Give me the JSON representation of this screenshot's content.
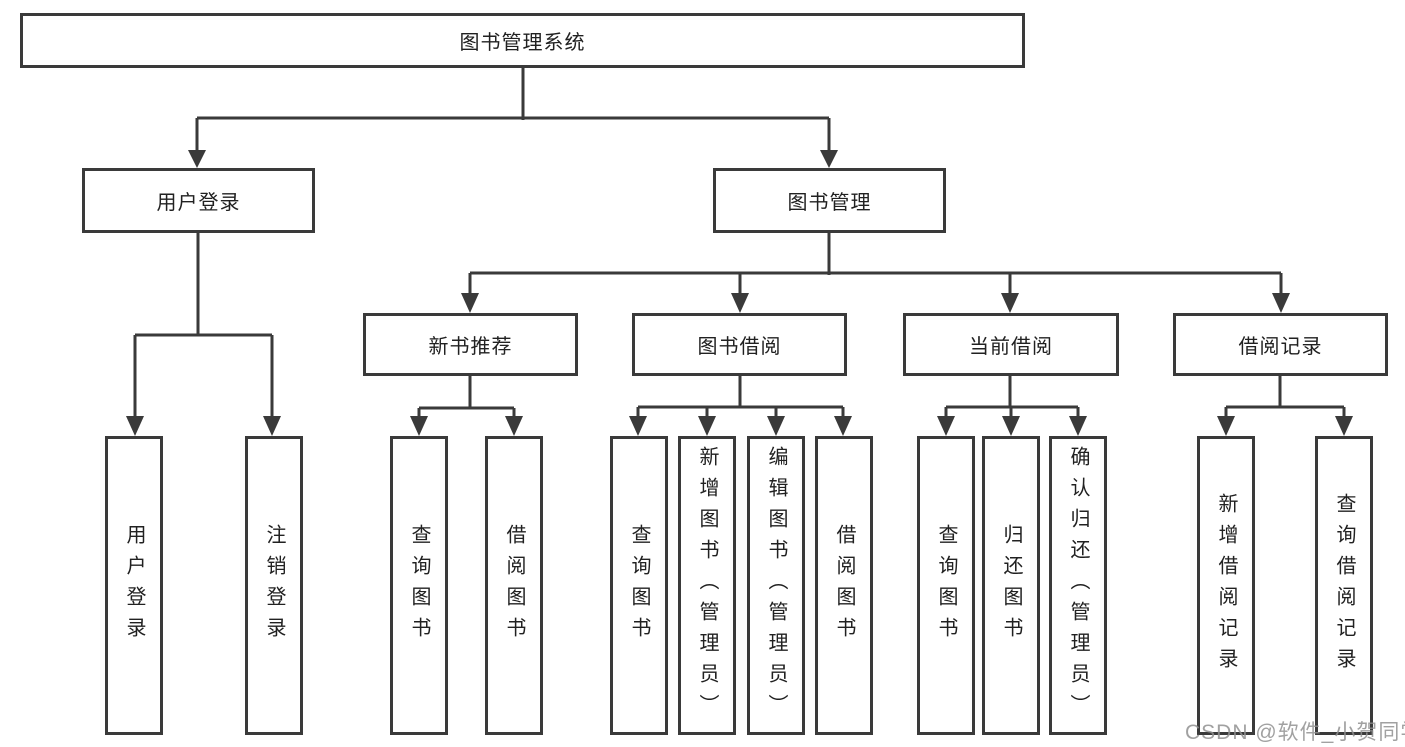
{
  "diagram_type": "hierarchy",
  "tree": {
    "label": "图书管理系统",
    "children": [
      {
        "label": "用户登录",
        "children": [
          {
            "label": "用户登录"
          },
          {
            "label": "注销登录"
          }
        ]
      },
      {
        "label": "图书管理",
        "children": [
          {
            "label": "新书推荐",
            "children": [
              {
                "label": "查询图书"
              },
              {
                "label": "借阅图书"
              }
            ]
          },
          {
            "label": "图书借阅",
            "children": [
              {
                "label": "查询图书"
              },
              {
                "label": "新增图书（管理员）"
              },
              {
                "label": "编辑图书（管理员）"
              },
              {
                "label": "借阅图书"
              }
            ]
          },
          {
            "label": "当前借阅",
            "children": [
              {
                "label": "查询图书"
              },
              {
                "label": "归还图书"
              },
              {
                "label": "确认归还（管理员）"
              }
            ]
          },
          {
            "label": "借阅记录",
            "children": [
              {
                "label": "新增借阅记录"
              },
              {
                "label": "查询借阅记录"
              }
            ]
          }
        ]
      }
    ]
  },
  "watermark": {
    "text": "CSDN @软件_小贺同学"
  },
  "colors": {
    "line": "#3a3a3a",
    "border": "#3a3a3a",
    "text": "#212121",
    "background": "#ffffff",
    "watermark": "#919191"
  }
}
